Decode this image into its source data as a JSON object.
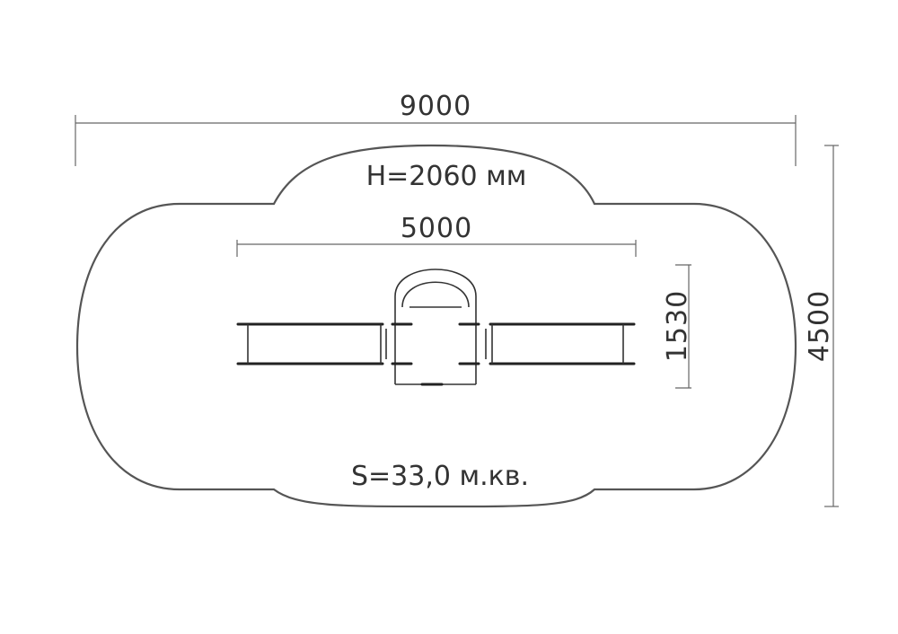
{
  "dimensions": {
    "total_length": "9000",
    "total_width": "4500",
    "equipment_length": "5000",
    "equipment_width": "1530"
  },
  "notes": {
    "height": "H=2060 мм",
    "area": "S=33,0 м.кв."
  },
  "colors": {
    "line": "#555555",
    "equipment": "#222222",
    "background": "#ffffff"
  }
}
